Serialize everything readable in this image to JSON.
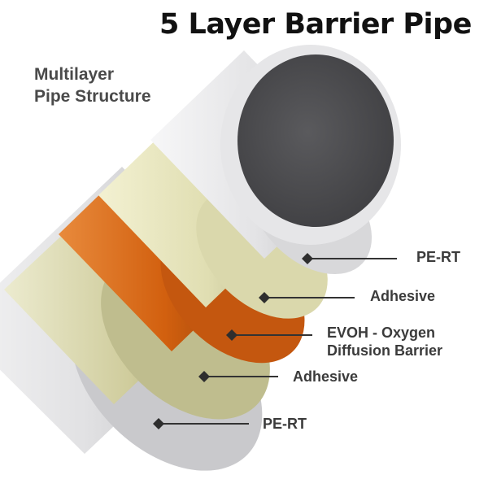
{
  "title": "5 Layer Barrier Pipe",
  "subtitle": {
    "line1": "Multilayer",
    "line2": "Pipe Structure"
  },
  "layers": [
    {
      "id": "outer-pe-rt",
      "label": "PE-RT",
      "color": "#d4d4d6"
    },
    {
      "id": "outer-adhesive",
      "label": "Adhesive",
      "color": "#cfcc9c"
    },
    {
      "id": "evoh",
      "label_line1": "EVOH - Oxygen",
      "label_line2": "Diffusion Barrier",
      "color": "#d2600f"
    },
    {
      "id": "inner-adhesive",
      "label": "Adhesive",
      "color": "#e3e1b8"
    },
    {
      "id": "inner-pe-rt",
      "label": "PE-RT",
      "color": "#e2e2e4"
    }
  ],
  "colors": {
    "bore": "#4f4f52",
    "leader": "#333333",
    "marker": "#2e2e2e"
  }
}
